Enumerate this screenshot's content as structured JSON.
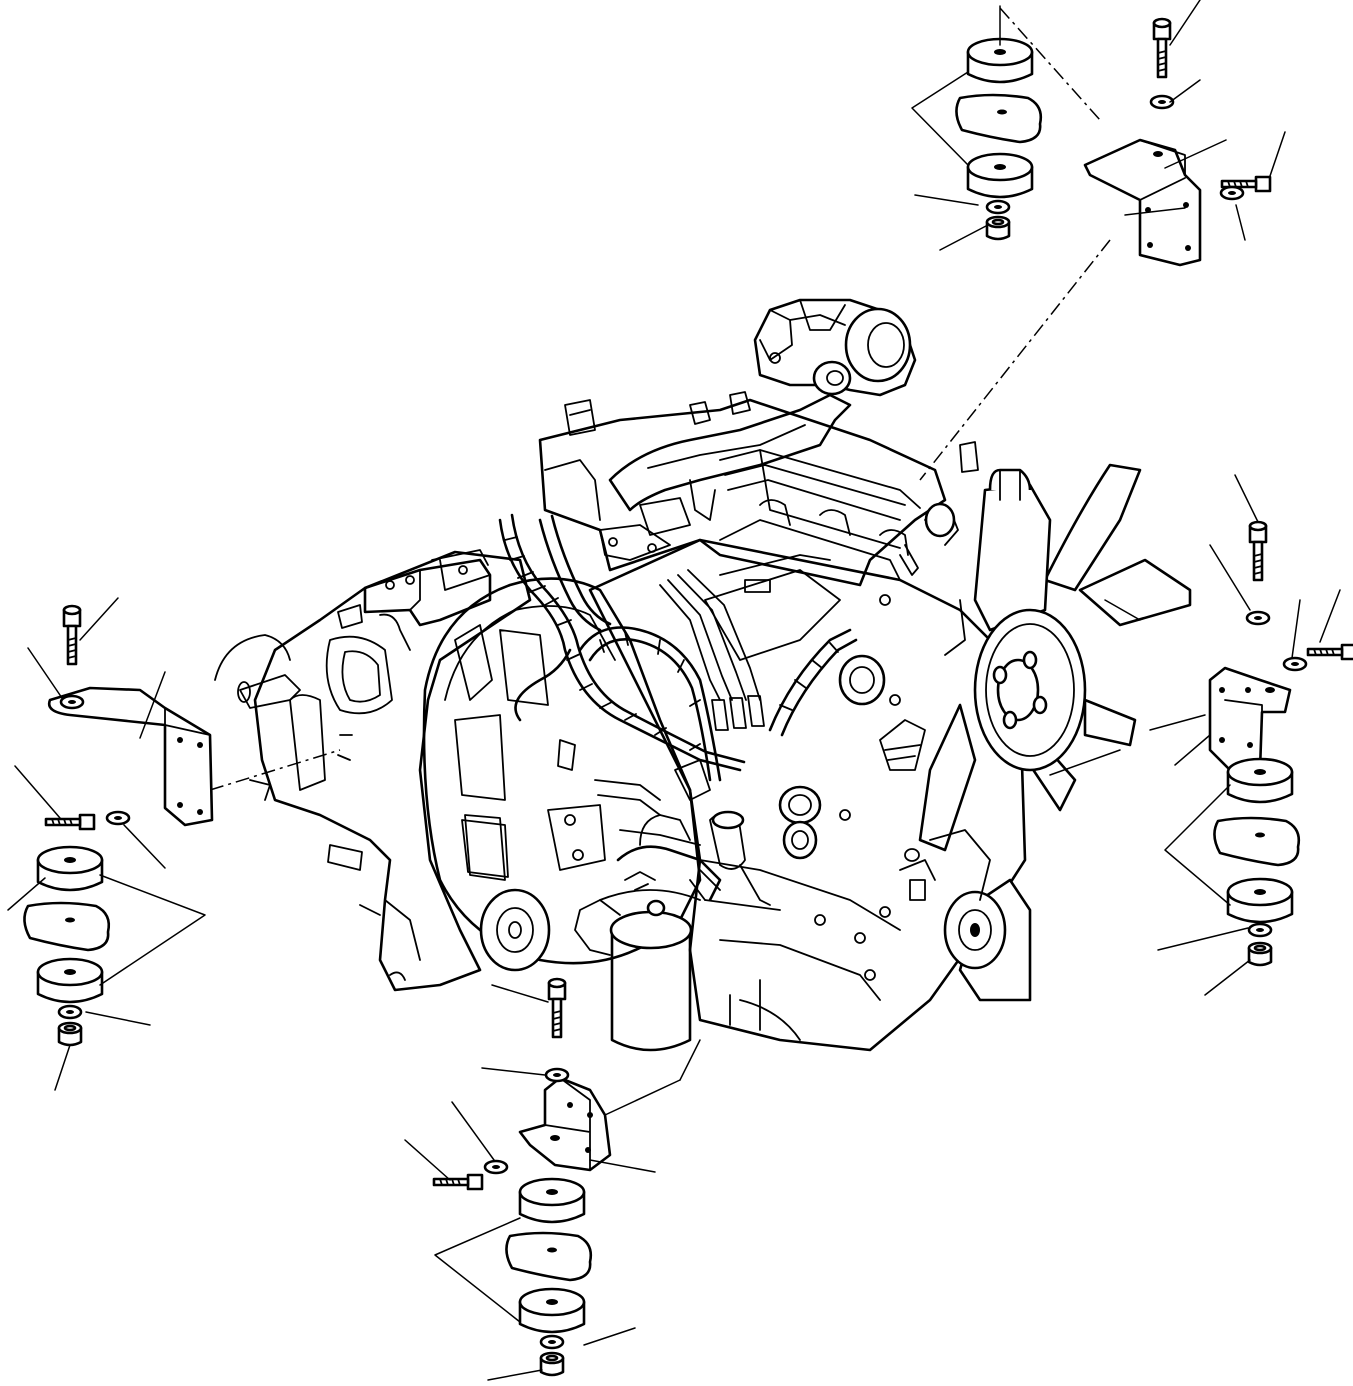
{
  "diagram": {
    "line_color": "#000000",
    "background": "#ffffff",
    "mount_groups": [
      {
        "id": "rear-right",
        "parts": [
          "bolt",
          "washer",
          "bracket",
          "lock-washer",
          "bolt",
          "upper-cushion",
          "mount-plate",
          "lower-cushion",
          "washer",
          "nut"
        ]
      },
      {
        "id": "front-right",
        "parts": [
          "bolt",
          "washer",
          "bracket",
          "lock-washer",
          "bolt",
          "upper-cushion",
          "mount-plate",
          "lower-cushion",
          "washer",
          "nut"
        ]
      },
      {
        "id": "rear-left",
        "parts": [
          "bolt",
          "washer",
          "bracket",
          "lock-washer",
          "bolt",
          "upper-cushion",
          "mount-plate",
          "lower-cushion",
          "washer",
          "nut"
        ]
      },
      {
        "id": "front-left",
        "parts": [
          "bolt",
          "washer",
          "bracket",
          "lock-washer",
          "bolt",
          "upper-cushion",
          "mount-plate",
          "lower-cushion",
          "washer",
          "nut"
        ]
      }
    ]
  }
}
